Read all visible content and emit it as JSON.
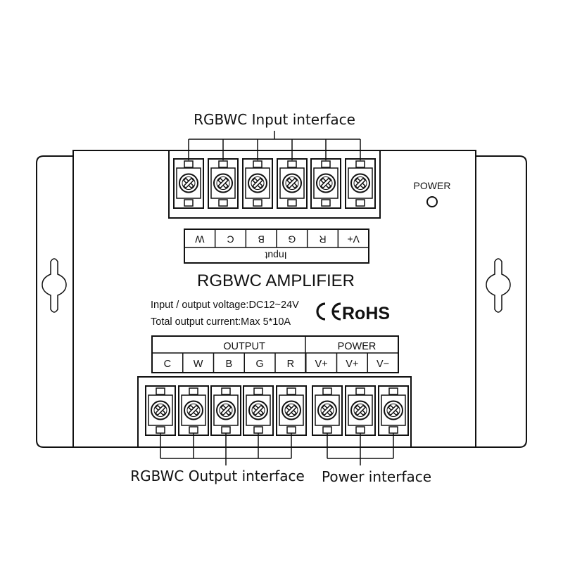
{
  "labels": {
    "input_interface": "RGBWC Input interface",
    "output_interface": "RGBWC Output interface",
    "power_interface": "Power interface",
    "power_led": "POWER"
  },
  "input_panel": {
    "title": "Input",
    "pins": [
      "W",
      "C",
      "B",
      "G",
      "R",
      "V+"
    ]
  },
  "product": {
    "name": "RGBWC AMPLIFIER",
    "voltage_spec": "Input / output voltage:DC12~24V",
    "current_spec": "Total output current:Max 5*10A",
    "ce_mark": "CE",
    "rohs_mark": "RoHS"
  },
  "output_panel": {
    "output_header": "OUTPUT",
    "power_header": "POWER",
    "output_pins": [
      "C",
      "W",
      "B",
      "G",
      "R"
    ],
    "power_pins": [
      "V+",
      "V+",
      "V−"
    ]
  },
  "colors": {
    "line": "#111111",
    "background": "#ffffff"
  }
}
